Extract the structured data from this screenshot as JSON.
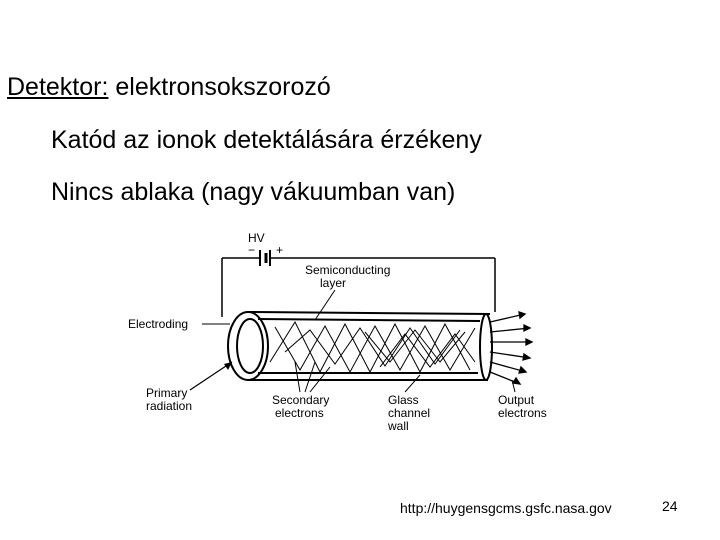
{
  "heading": {
    "term": "Detektor:",
    "value": "elektronsokszorozó"
  },
  "bullets": [
    "Katód az ionok detektálására érzékeny",
    "Nincs ablaka (nagy vákuumban van)"
  ],
  "diagram": {
    "hv": "HV",
    "semiconducting_line1": "Semiconducting",
    "semiconducting_line2": "layer",
    "electroding": "Electroding",
    "primary_line1": "Primary",
    "primary_line2": "radiation",
    "secondary_line1": "Secondary",
    "secondary_line2": "electrons",
    "glass_line1": "Glass",
    "glass_line2": "channel",
    "glass_line3": "wall",
    "output_line1": "Output",
    "output_line2": "electrons"
  },
  "footer": {
    "url": "http://huygensgcms.gsfc.nasa.gov",
    "page": "24"
  }
}
